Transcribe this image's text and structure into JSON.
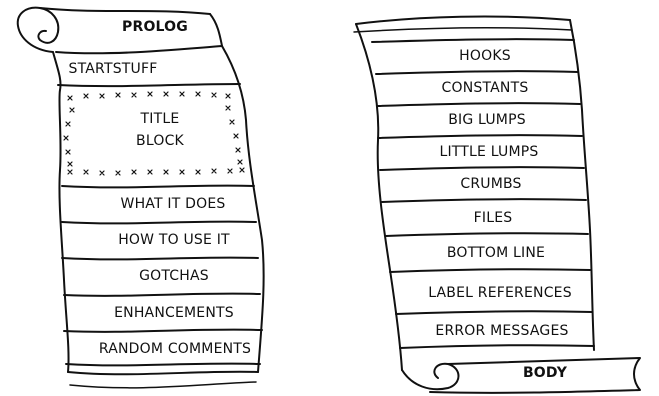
{
  "prolog": {
    "title": "PROLOG",
    "title_block": [
      "TITLE",
      "BLOCK"
    ],
    "sections": [
      "STARTSTUFF",
      "WHAT IT DOES",
      "HOW TO USE IT",
      "GOTCHAS",
      "ENHANCEMENTS",
      "RANDOM COMMENTS"
    ]
  },
  "body": {
    "title": "BODY",
    "sections": [
      "HOOKS",
      "CONSTANTS",
      "BIG LUMPS",
      "LITTLE LUMPS",
      "CRUMBS",
      "FILES",
      "BOTTOM LINE",
      "LABEL REFERENCES",
      "ERROR MESSAGES"
    ]
  }
}
